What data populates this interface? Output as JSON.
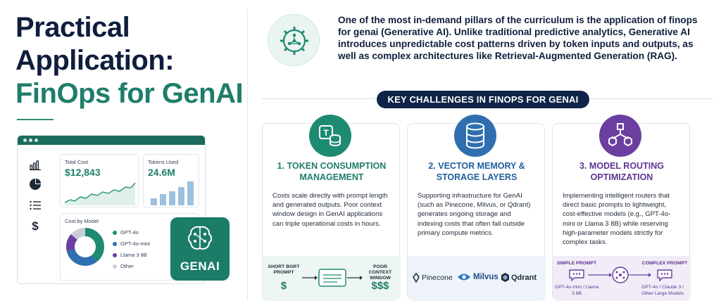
{
  "title": {
    "line1": "Practical",
    "line2": "Application:",
    "line3": "FinOps for GenAI"
  },
  "dashboard": {
    "total_cost_label": "Total Cost",
    "total_cost_value": "$12,843",
    "tokens_label": "Tokens Used",
    "tokens_value": "24.6M",
    "cost_by_model_label": "Cost by Model",
    "legend": [
      {
        "label": "GPT-4o",
        "color": "#1f8a72"
      },
      {
        "label": "GPT-4o-mini",
        "color": "#2f6fb0"
      },
      {
        "label": "Llama 3 8B",
        "color": "#6b3fa0"
      },
      {
        "label": "Other",
        "color": "#c9ced6"
      }
    ],
    "sidebar_icons": [
      "bar-chart-icon",
      "pie-chart-icon",
      "list-icon",
      "dollar-icon"
    ],
    "genai_badge": "GENAI"
  },
  "intro": "One of the most in-demand pillars of the curriculum is the application of finops for genai (Generative AI). Unlike traditional predictive analytics, Generative AI introduces unpredictable cost patterns driven by token inputs and outputs, as well as complex architectures like Retrieval-Augmented Generation (RAG).",
  "section_pill": "KEY CHALLENGES IN FINOPS FOR GENAI",
  "challenges": [
    {
      "title": "1. TOKEN CONSUMPTION MANAGEMENT",
      "desc": "Costs scale directly with prompt length and generated outputs. Poor context window design in GenAI applications can triple operational costs in hours.",
      "color": "#1f8a72",
      "foot": {
        "left_label": "SHORT BGRT PROMPT",
        "left_value": "$",
        "right_label": "POOR CONTEXT WINDOW",
        "right_value": "$$$"
      }
    },
    {
      "title": "2. VECTOR MEMORY & STORAGE LAYERS",
      "desc": "Supporting infrastructure for GenAI (such as Pinecone, Milvus, or Qdrant) generates ongoing storage and indexing costs that often fall outside primary compute metrics.",
      "color": "#2f6fb0",
      "foot": {
        "logos": [
          "Pinecone",
          "Milvus",
          "Qdrant"
        ]
      }
    },
    {
      "title": "3. MODEL ROUTING OPTIMIZATION",
      "desc": "Implementing intelligent routers that direct basic prompts to lightweight, cost-effective models (e.g., GPT-4o-mini or Llama 3 8B) while reserving high-parameter models strictly for complex tasks.",
      "color": "#6b3fa0",
      "foot": {
        "left_label": "SIMPLE PROMPT",
        "left_models": "GPT-4o-mini / Llama 3 8B",
        "right_label": "COMPLEX PROMPT",
        "right_models": "GPT-4o / Claude 3 / Other Large Models"
      }
    }
  ]
}
